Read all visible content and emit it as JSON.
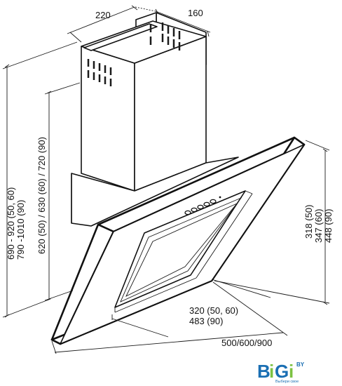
{
  "dimensions": {
    "chimney_width": "220",
    "chimney_depth": "160",
    "total_height_1": "690 - 920 (50, 60)",
    "total_height_2": "790 -1010 (90)",
    "chimney_height": "620 (50) / 630 (60) / 720 (90)",
    "panel_height_1": "318 (50)",
    "panel_height_2": "347 (60)",
    "panel_height_3": "448 (90)",
    "panel_depth_1": "320 (50, 60)",
    "panel_depth_2": "483 (90)",
    "hood_width": "500/600/900"
  },
  "logo": {
    "b": "B",
    "i1": "i",
    "g": "G",
    "i2": "i",
    "by": "BY",
    "tagline": "Выбери свое"
  },
  "colors": {
    "line": "#111111",
    "logo_blue": "#1a6fb3",
    "logo_green": "#7cc242"
  }
}
